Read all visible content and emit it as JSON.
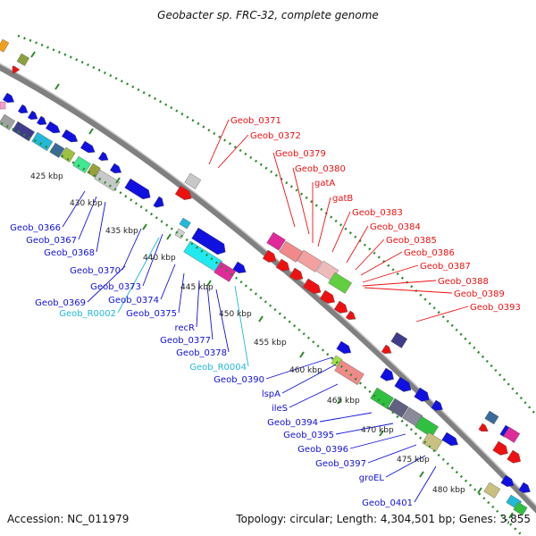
{
  "title": "Geobacter sp. FRC-32, complete genome",
  "footer": {
    "accession": "Accession: NC_011979",
    "summary": "Topology: circular; Length: 4,304,501 bp; Genes: 3,855"
  },
  "colors": {
    "blue": "#1010e0",
    "red": "#ee1111",
    "cyan": "#22b8d8",
    "backbone": "#808080",
    "tick": "#2a8a2a"
  },
  "kbp_labels": [
    "425 kbp",
    "430 kbp",
    "435 kbp",
    "440 kbp",
    "445 kbp",
    "450 kbp",
    "455 kbp",
    "460 kbp",
    "465 kbp",
    "470 kbp",
    "475 kbp",
    "480 kbp"
  ],
  "blue_labels": [
    "Geob_0366",
    "Geob_0367",
    "Geob_0368",
    "Geob_0370",
    "Geob_0373",
    "Geob_0369",
    "Geob_0374",
    "Geob_0375",
    "recR",
    "Geob_0377",
    "Geob_0378",
    "Geob_0390",
    "lspA",
    "ileS",
    "Geob_0394",
    "Geob_0395",
    "Geob_0396",
    "Geob_0397",
    "groEL",
    "Geob_0401"
  ],
  "cyan_labels": [
    "Geob_R0002",
    "Geob_R0004"
  ],
  "red_labels": [
    "Geob_0371",
    "Geob_0372",
    "Geob_0379",
    "Geob_0380",
    "gatA",
    "gatB",
    "Geob_0383",
    "Geob_0384",
    "Geob_0385",
    "Geob_0386",
    "Geob_0387",
    "Geob_0388",
    "Geob_0389",
    "Geob_0393"
  ]
}
